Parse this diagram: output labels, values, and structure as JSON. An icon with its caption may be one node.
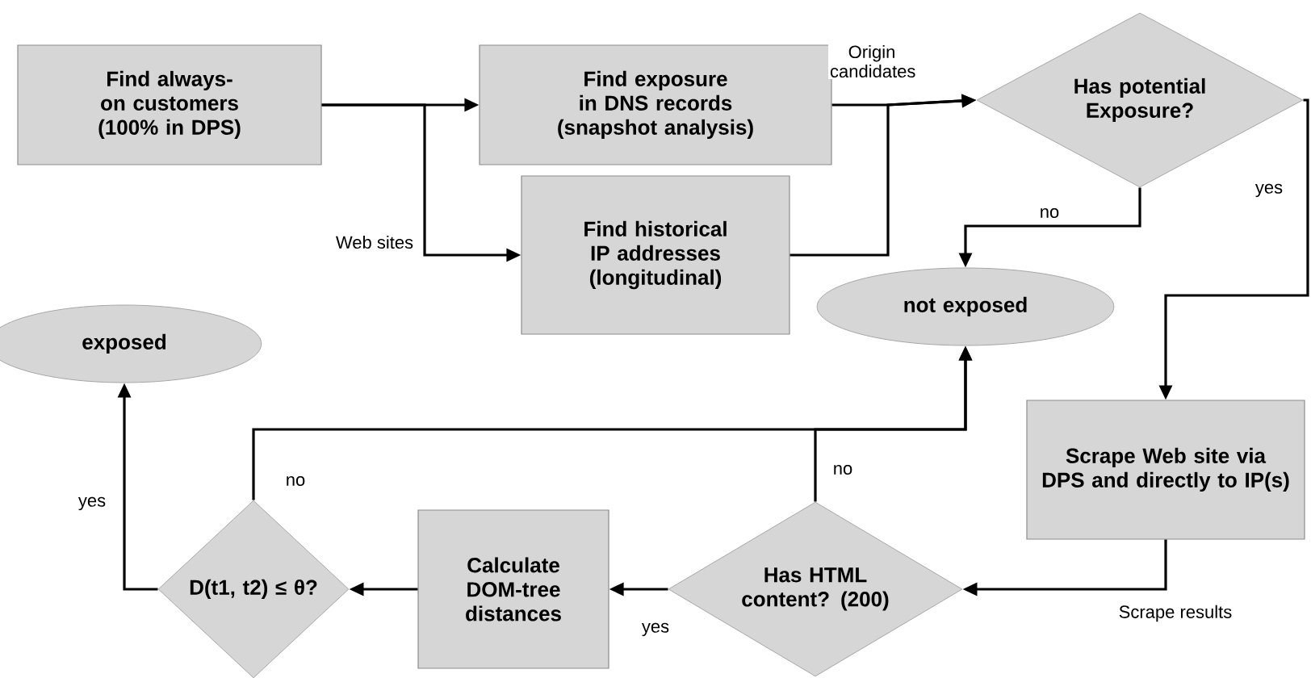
{
  "diagram": {
    "nodes": [
      {
        "text": [
          "Find always-on customers (100% in DPS)"
        ]
      },
      {
        "text": [
          "Find exposure in DNS records (snapshot analysis)"
        ]
      },
      {
        "text": [
          "Find historical IP addresses (longitudinal)"
        ]
      },
      {
        "text": [
          "Has potential Exposure?"
        ]
      },
      {
        "text": [
          "not exposed"
        ]
      },
      {
        "text": [
          "exposed"
        ]
      },
      {
        "text": [
          "Scrape Web site via DPS and directly to IP(s)"
        ]
      },
      {
        "text": [
          "Has HTML content? (200)"
        ]
      },
      {
        "text": [
          "Calculate DOM-tree distances"
        ]
      },
      {
        "text": [
          "D(t1, t2) ≤ θ?"
        ]
      }
    ],
    "edges": [
      {
        "from": 0,
        "to": 1,
        "arrow": "to"
      },
      {
        "from": 0,
        "to": 2,
        "arrow": "to",
        "label": "Web sites"
      },
      {
        "from": 1,
        "to": 3,
        "arrow": "to",
        "label": "Origin candidates"
      },
      {
        "from": 2,
        "to": 3,
        "arrow": "to"
      },
      {
        "from": 3,
        "to": 4,
        "arrow": "to",
        "label": "no"
      },
      {
        "from": 3,
        "to": 6,
        "arrow": "to",
        "label": "yes"
      },
      {
        "from": 6,
        "to": 7,
        "arrow": "to",
        "label": "Scrape results"
      },
      {
        "from": 7,
        "to": 8,
        "arrow": "to",
        "label": "yes"
      },
      {
        "from": 7,
        "to": 4,
        "arrow": "to",
        "label": "no"
      },
      {
        "from": 9,
        "to": 4,
        "arrow": "to",
        "label": "no"
      },
      {
        "from": 8,
        "to": 9,
        "arrow": "to"
      },
      {
        "from": 9,
        "to": 5,
        "arrow": "to",
        "label": "yes"
      }
    ]
  }
}
